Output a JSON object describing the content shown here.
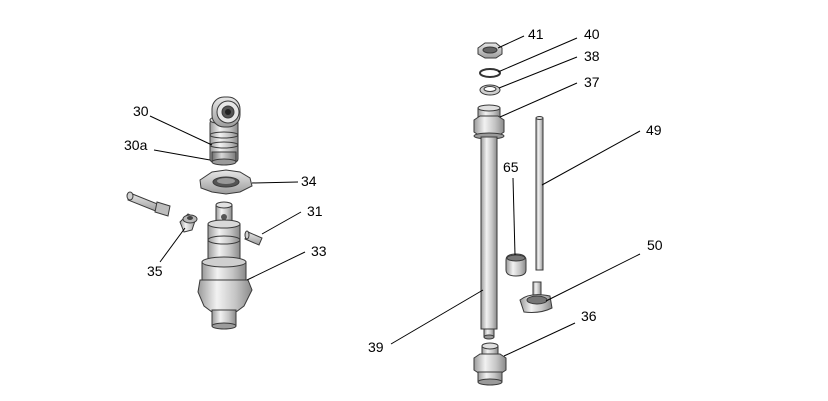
{
  "callouts": {
    "c30": "30",
    "c30a": "30a",
    "c34": "34",
    "c31": "31",
    "c33": "33",
    "c35": "35",
    "c41": "41",
    "c40": "40",
    "c38": "38",
    "c37": "37",
    "c49": "49",
    "c65": "65",
    "c50": "50",
    "c36": "36",
    "c39": "39"
  }
}
